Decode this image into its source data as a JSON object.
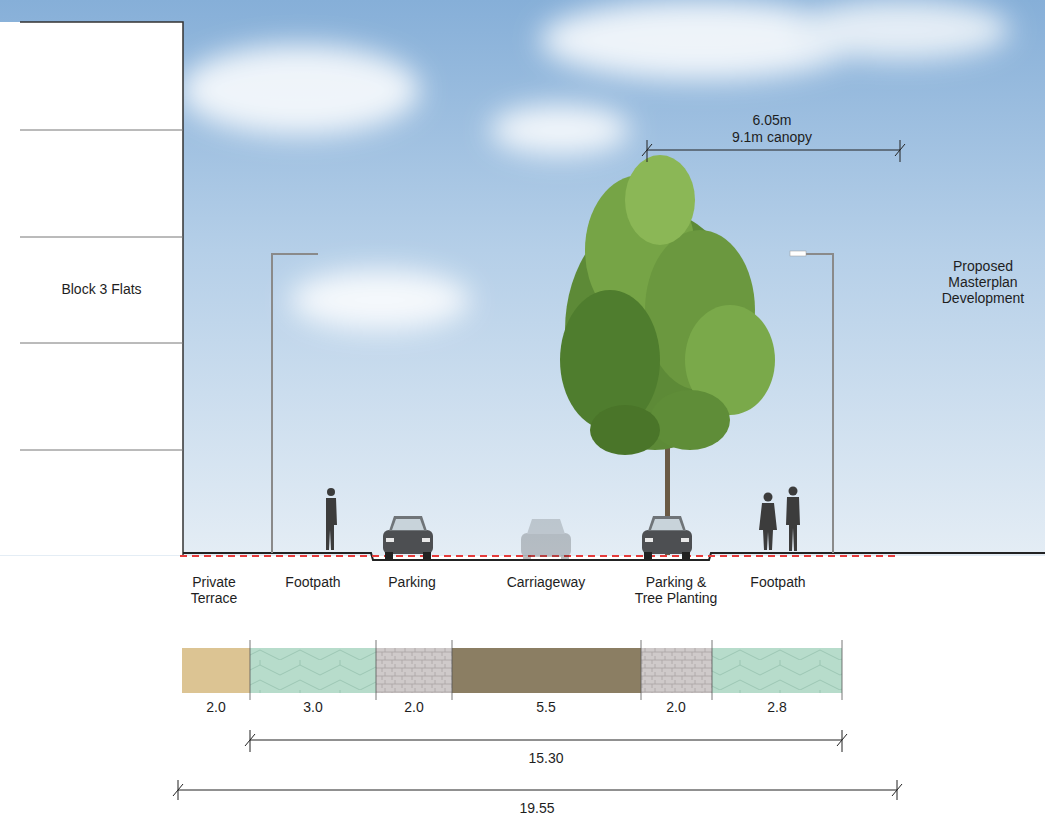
{
  "diagram": {
    "nodes": [
      {
        "text": [
          "Block 3 Flats"
        ]
      }
    ],
    "labels": [
      "6.05m",
      "9.1m canopy",
      "Proposed Masterplan Development",
      "Private Terrace",
      "Footpath",
      "Parking",
      "Carriageway",
      "Parking & Tree Planting",
      "Footpath",
      "2.0",
      "3.0",
      "2.0",
      "5.5",
      "2.0",
      "2.8",
      "15.30",
      "19.55"
    ]
  }
}
